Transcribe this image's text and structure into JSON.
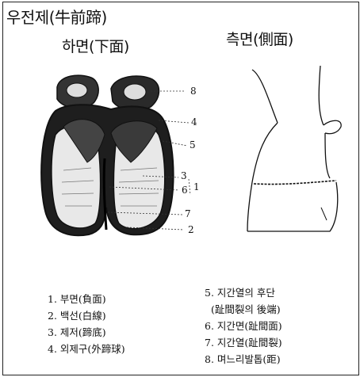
{
  "title": "우전제(牛前蹄)",
  "bottom_view_label": "하면(下面)",
  "side_view_label": "측면(側面)",
  "callouts": [
    "8",
    "4",
    "5",
    "3",
    "6",
    "1",
    "7",
    "2"
  ],
  "legend_left": [
    "1.  부면(負面)",
    "2.  백선(白線)",
    "3.  제저(蹄底)",
    "4.  외제구(外蹄球)"
  ],
  "legend_right": [
    "5.  지간열의 후단",
    "  (趾間裂의 後端)",
    "6.  지간면(趾間面)",
    "7.  지간열(趾間裂)",
    "8.  며느리발톱(距)"
  ]
}
